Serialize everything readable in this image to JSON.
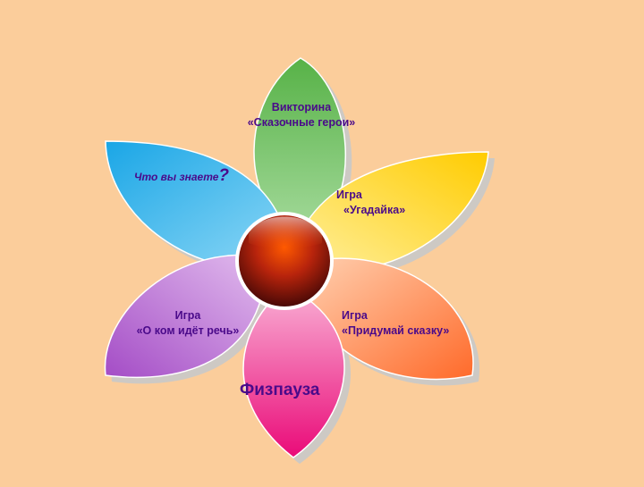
{
  "petals": [
    {
      "id": "quiz",
      "lines": [
        "Викторина",
        "«Сказочные герои»"
      ],
      "color": "#66bb55"
    },
    {
      "id": "know",
      "question": "Что вы знаете",
      "mark": "?",
      "color": "#29aee8"
    },
    {
      "id": "guess",
      "lines": [
        "Игра",
        "«Угадайка»"
      ],
      "color": "#ffd21a"
    },
    {
      "id": "speech",
      "lines": [
        "Игра",
        "«О ком идёт речь»"
      ],
      "color": "#b35ad0"
    },
    {
      "id": "tale",
      "lines": [
        "Игра",
        "«Придумай сказку»"
      ],
      "color": "#ff7a3a"
    },
    {
      "id": "phys",
      "text": "Физпауза",
      "color": "#ee1a80"
    }
  ],
  "colors": {
    "background": "#fbcd9b",
    "text": "#4a0a8a",
    "center": "#7a1c10"
  }
}
